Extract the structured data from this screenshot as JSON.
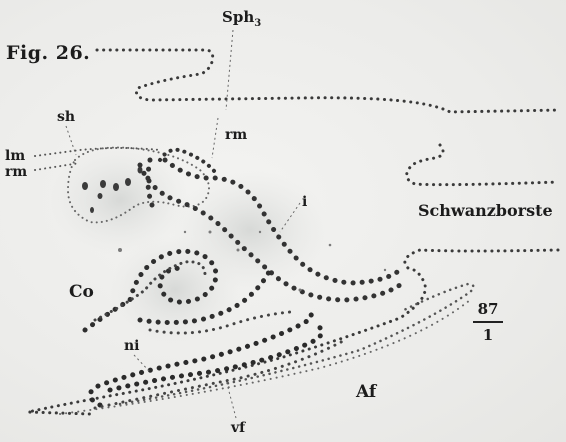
{
  "figure": {
    "title": "Fig. 26.",
    "labels": {
      "sph": "Sph",
      "sph_sub": "3",
      "sh": "sh",
      "lm": "lm",
      "rm_left": "rm",
      "rm_top": "rm",
      "i": "i",
      "co": "Co",
      "ni": "ni",
      "vf": "vf",
      "af": "Af",
      "schwanzborste": "Schwanzborste"
    },
    "magnification": {
      "numerator": "87",
      "denominator": "1"
    }
  }
}
